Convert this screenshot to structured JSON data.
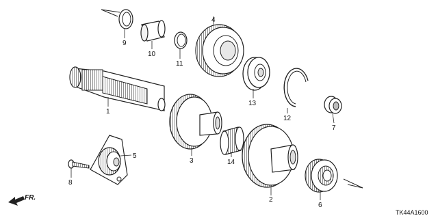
{
  "diagram": {
    "code": "TK44A1600",
    "direction": "FR.",
    "parts": [
      {
        "id": "1",
        "name": "shaft"
      },
      {
        "id": "2",
        "name": "large-gear"
      },
      {
        "id": "3",
        "name": "clutch-hub-gear"
      },
      {
        "id": "4",
        "name": "upper-gear"
      },
      {
        "id": "5",
        "name": "mount-bracket-gear"
      },
      {
        "id": "6",
        "name": "small-gear"
      },
      {
        "id": "7",
        "name": "bushing"
      },
      {
        "id": "8",
        "name": "bolt"
      },
      {
        "id": "9",
        "name": "thrust-washer"
      },
      {
        "id": "10",
        "name": "sleeve-collar"
      },
      {
        "id": "11",
        "name": "washer-ring"
      },
      {
        "id": "12",
        "name": "snap-ring"
      },
      {
        "id": "13",
        "name": "bearing"
      },
      {
        "id": "14",
        "name": "needle-bearing"
      }
    ]
  }
}
